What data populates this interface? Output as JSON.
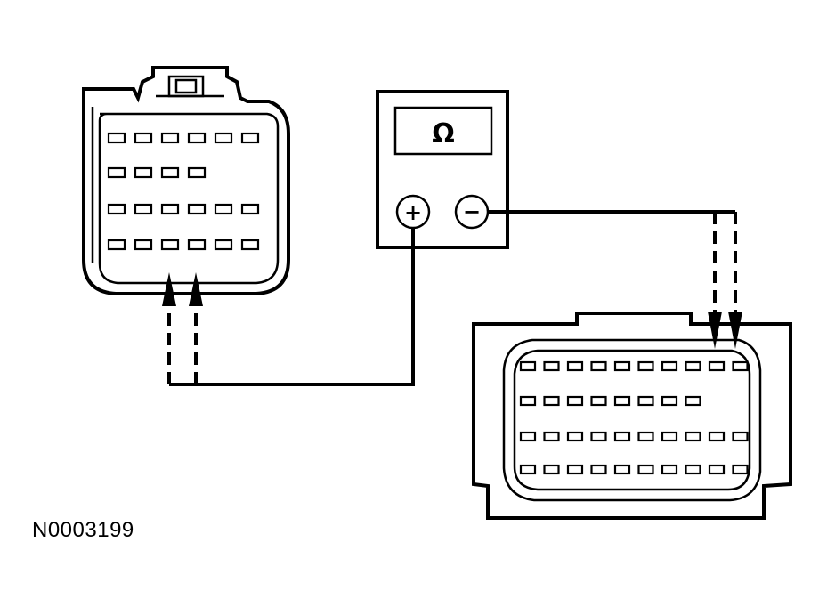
{
  "figure_id": "N0003199",
  "meter": {
    "display_symbol": "Ω",
    "positive_label": "+",
    "negative_label": "−"
  },
  "left_connector": {
    "rows": [
      6,
      4,
      6,
      6
    ],
    "probe_pins": [
      2,
      3
    ]
  },
  "right_connector": {
    "rows": [
      10,
      8,
      10,
      10
    ],
    "probe_pins": [
      8,
      9
    ]
  }
}
